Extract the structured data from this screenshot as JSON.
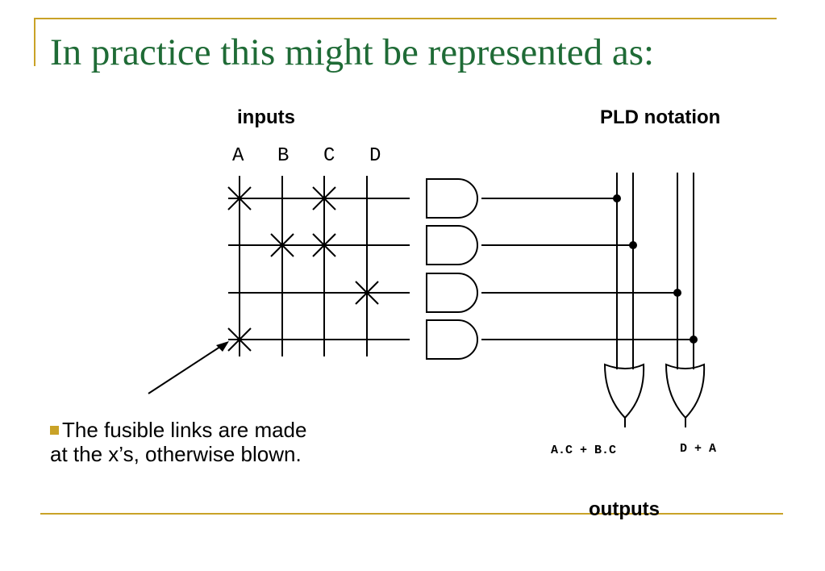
{
  "slide": {
    "title": "In practice this might be represented as:",
    "accent_color": "#c9a227",
    "title_color": "#1f6b36"
  },
  "diagram": {
    "inputs_label": "inputs",
    "pld_label": "PLD notation",
    "outputs_label": "outputs",
    "input_letters": [
      "A",
      "B",
      "C",
      "D"
    ],
    "fuse_links": [
      {
        "term": 1,
        "inputs": [
          "A",
          "C"
        ]
      },
      {
        "term": 2,
        "inputs": [
          "B",
          "C"
        ]
      },
      {
        "term": 3,
        "inputs": [
          "D"
        ]
      },
      {
        "term": 4,
        "inputs": [
          "A"
        ]
      }
    ],
    "output_expressions": [
      "A.C + B.C",
      "D + A"
    ],
    "note": "The fusible links are made at the x’s, otherwise blown."
  }
}
